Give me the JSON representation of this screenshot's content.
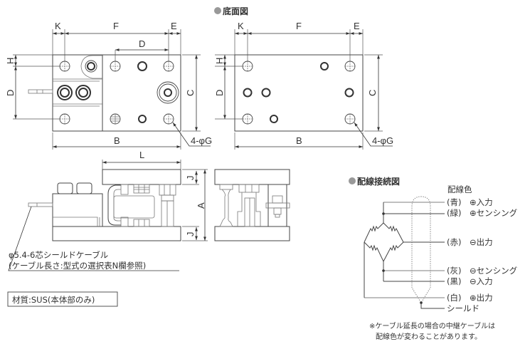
{
  "titles": {
    "bottom_view": "底面図",
    "wiring_diagram": "配線接続図"
  },
  "dimension_labels": {
    "K": "K",
    "F": "F",
    "E": "E",
    "D": "D",
    "H": "H",
    "C": "C",
    "B": "B",
    "L": "L",
    "J": "J",
    "A": "A",
    "holes": "4-φG"
  },
  "cable_note": {
    "line1": "φ5.4-6芯シールドケーブル",
    "line2": "(ケーブル長さ:型式の選択表N欄参照)"
  },
  "material": "材質:SUS(本体部のみ)",
  "wiring": {
    "header": "配線色",
    "wires": [
      {
        "color": "(青)",
        "function": "⊕入力"
      },
      {
        "color": "(緑)",
        "function": "⊕センシング"
      },
      {
        "color": "(赤)",
        "function": "⊖出力"
      },
      {
        "color": "(灰)",
        "function": "⊖センシング"
      },
      {
        "color": "(黒)",
        "function": "⊖入力"
      },
      {
        "color": "(白)",
        "function": "⊕出力"
      }
    ],
    "shield": "シールド"
  },
  "footnote": {
    "line1": "※ケーブル延長の場合の中継ケーブルは",
    "line2": "配線色が変わることがあります。"
  },
  "colors": {
    "bullet": "#999999",
    "line": "#444444"
  }
}
